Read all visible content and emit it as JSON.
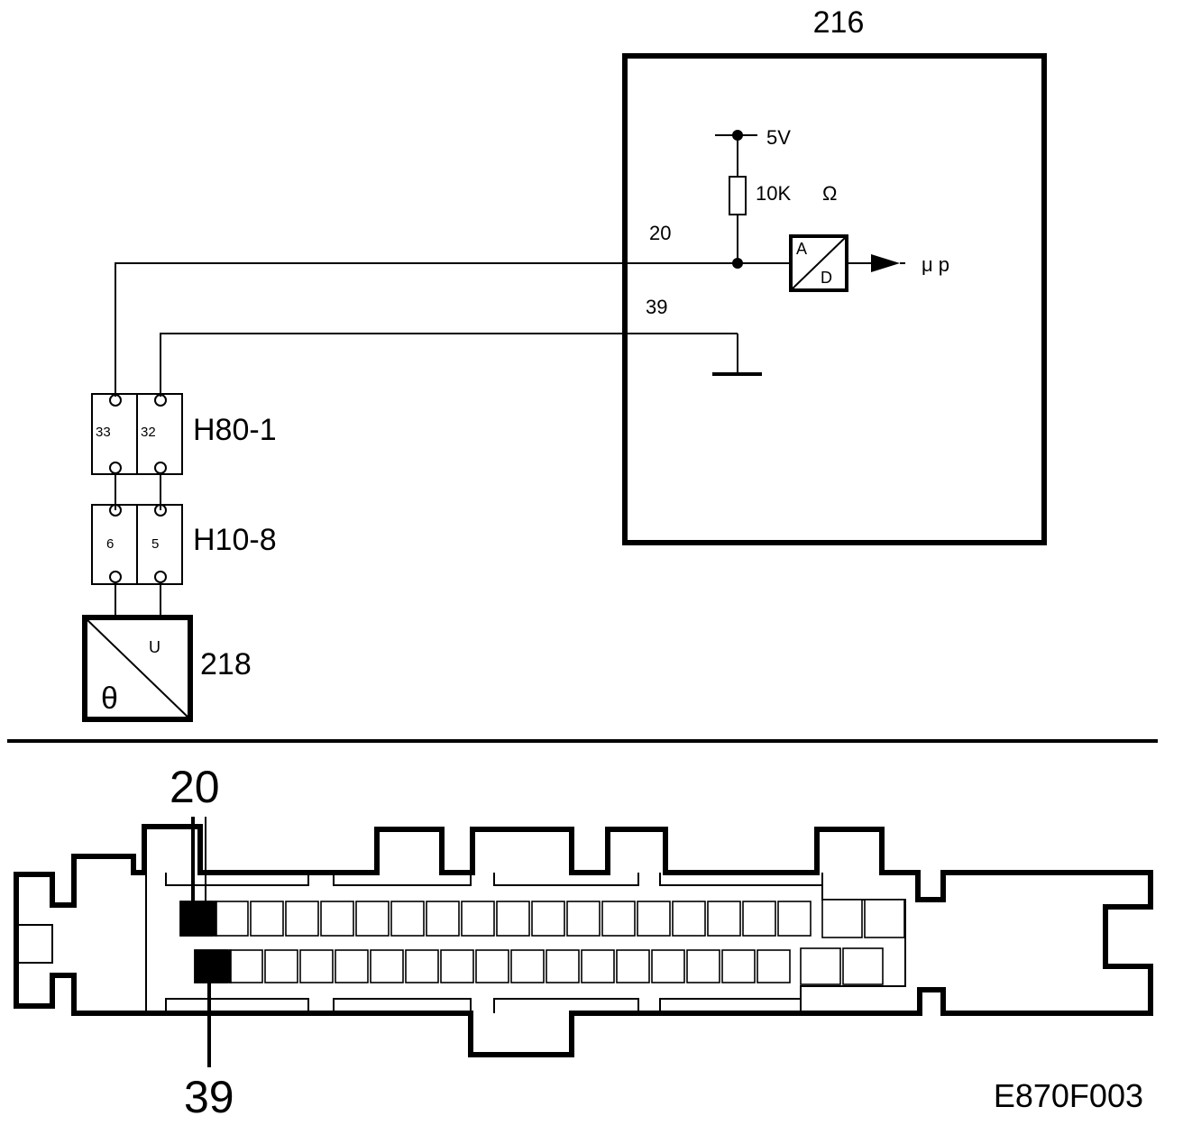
{
  "ecu": {
    "label": "216",
    "supply_label": "5V",
    "resistor_label": "10K",
    "ohm_symbol": "Ω",
    "pin_signal": "20",
    "pin_ground": "39",
    "adc_a": "A",
    "adc_d": "D",
    "output_label": "μ p"
  },
  "connectors": {
    "h80": {
      "label": "H80-1",
      "pin_left": "33",
      "pin_right": "32"
    },
    "h10": {
      "label": "H10-8",
      "pin_left": "6",
      "pin_right": "5"
    }
  },
  "sensor": {
    "label": "218",
    "u_symbol": "U",
    "theta_symbol": "θ"
  },
  "connector_view": {
    "top_pin_label": "20",
    "bottom_pin_label": "39"
  },
  "figure_id": "E870F003"
}
